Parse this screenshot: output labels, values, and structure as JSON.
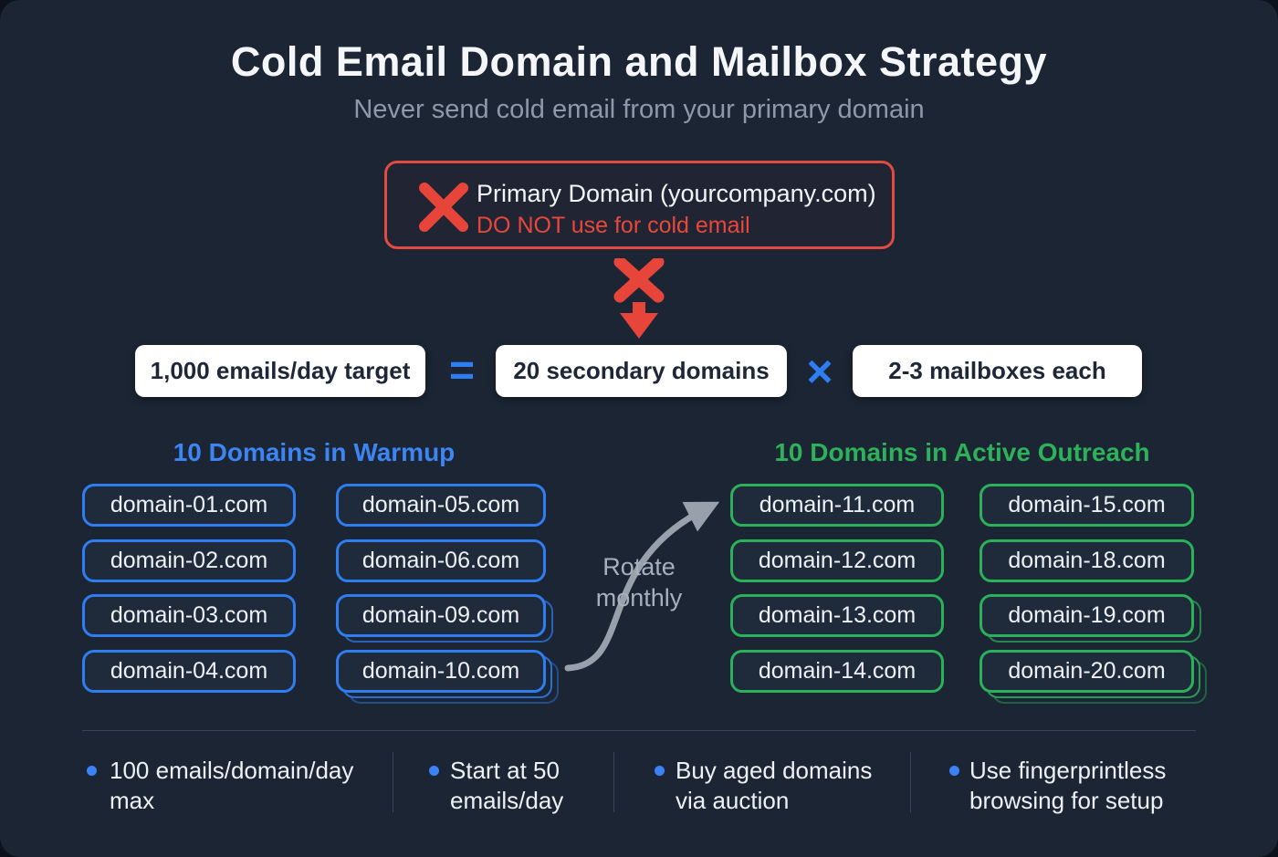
{
  "header": {
    "title": "Cold Email Domain and Mailbox Strategy",
    "subtitle": "Never send cold email from your primary domain"
  },
  "warning": {
    "line1": "Primary Domain (yourcompany.com)",
    "line2": "DO NOT use for cold email"
  },
  "formula": {
    "target": "1,000 emails/day target",
    "equals": "=",
    "domains": "20 secondary domains",
    "times": "×",
    "mailboxes": "2-3 mailboxes each"
  },
  "warmup": {
    "heading": "10 Domains in Warmup",
    "col1": [
      "domain-01.com",
      "domain-02.com",
      "domain-03.com",
      "domain-04.com"
    ],
    "col2": [
      "domain-05.com",
      "domain-06.com",
      "domain-09.com",
      "domain-10.com"
    ]
  },
  "rotate": {
    "label": "Rotate monthly"
  },
  "outreach": {
    "heading": "10 Domains in Active Outreach",
    "col1": [
      "domain-11.com",
      "domain-12.com",
      "domain-13.com",
      "domain-14.com"
    ],
    "col2": [
      "domain-15.com",
      "domain-18.com",
      "domain-19.com",
      "domain-20.com"
    ]
  },
  "footer": {
    "notes": [
      "100 emails/domain/day max",
      "Start at 50 emails/day",
      "Buy aged domains via auction",
      "Use fingerprintless browsing for setup"
    ]
  },
  "colors": {
    "background": "#1b2533",
    "accent_blue": "#2e7ef2",
    "accent_green": "#2bb15a",
    "accent_red": "#e8453a",
    "text_primary": "#f4f6fa",
    "text_muted": "#8d98a9"
  }
}
